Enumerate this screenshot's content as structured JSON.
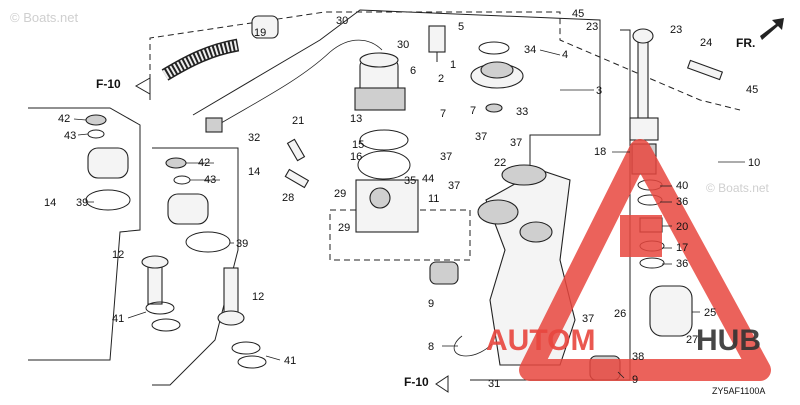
{
  "labels": {
    "n1": "1",
    "n2": "2",
    "n3": "3",
    "n4": "4",
    "n5": "5",
    "n6": "6",
    "n7": "7",
    "n8": "8",
    "n9a": "9",
    "n9b": "9",
    "n10": "10",
    "n11": "11",
    "n12a": "12",
    "n12b": "12",
    "n13": "13",
    "n14a": "14",
    "n14b": "14",
    "n15": "15",
    "n16": "16",
    "n17": "17",
    "n18": "18",
    "n19": "19",
    "n20": "20",
    "n21": "21",
    "n22": "22",
    "n23a": "23",
    "n23b": "23",
    "n24": "24",
    "n25": "25",
    "n26": "26",
    "n27": "27",
    "n28": "28",
    "n29a": "29",
    "n29b": "29",
    "n30a": "30",
    "n30b": "30",
    "n31": "31",
    "n32": "32",
    "n33": "33",
    "n34": "34",
    "n35": "35",
    "n36a": "36",
    "n36b": "36",
    "n37a": "37",
    "n37b": "37",
    "n37c": "37",
    "n37d": "37",
    "n38": "38",
    "n39a": "39",
    "n39b": "39",
    "n40": "40",
    "n41a": "41",
    "n41b": "41",
    "n42a": "42",
    "n42b": "42",
    "n43a": "43",
    "n43b": "43",
    "n44": "44",
    "n45a": "45",
    "n45b": "45"
  },
  "refs": {
    "f10_top": "F-10",
    "f10_bottom": "F-10"
  },
  "fr_label": "FR.",
  "diagram_code": "ZY5AF1100A",
  "watermark_top": "© Boats.net",
  "watermark_right": "© Boats.net",
  "brand": {
    "left": "AUTOM",
    "right": "HUB"
  },
  "colors": {
    "brand_red": "#e8463e",
    "ink": "#222222",
    "brand_dark": "#333333"
  }
}
